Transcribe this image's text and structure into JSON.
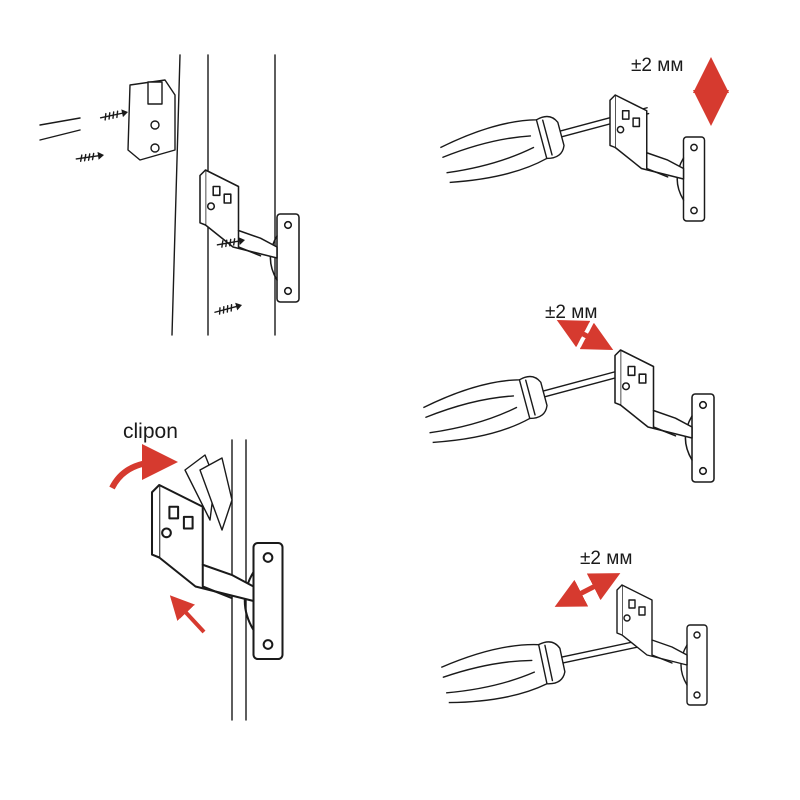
{
  "labels": {
    "adjust_height": "±2 мм",
    "adjust_depth": "±2 мм",
    "adjust_side": "±2 мм",
    "clipon": "clipon"
  },
  "colors": {
    "arrow": "#d63a2f",
    "line": "#1a1a1a"
  }
}
